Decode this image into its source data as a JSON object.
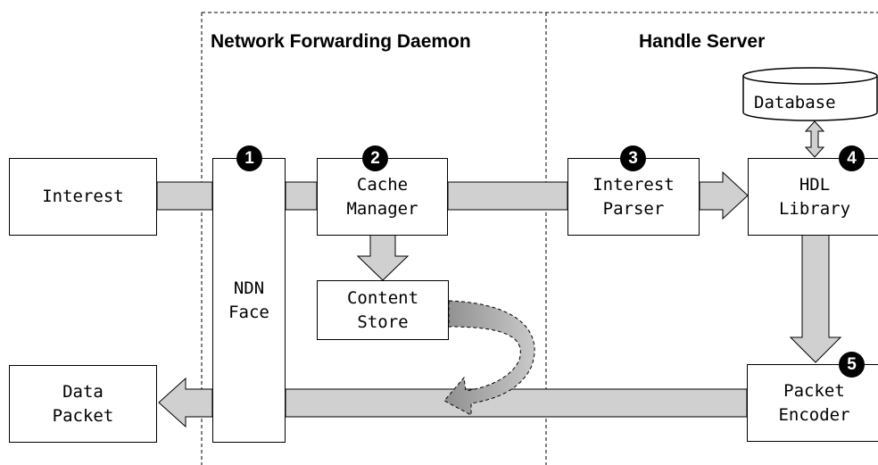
{
  "zones": {
    "daemon_title": "Network Forwarding Daemon",
    "server_title": "Handle Server"
  },
  "nodes": {
    "interest": [
      "Interest"
    ],
    "ndn_face": [
      "NDN",
      "Face"
    ],
    "cache_manager": [
      "Cache",
      "Manager"
    ],
    "content_store": [
      "Content",
      "Store"
    ],
    "interest_parser": [
      "Interest",
      "Parser"
    ],
    "hdl_library": [
      "HDL",
      "Library"
    ],
    "packet_encoder": [
      "Packet",
      "Encoder"
    ],
    "data_packet": [
      "Data",
      "Packet"
    ],
    "database": "Database"
  },
  "badges": [
    "1",
    "2",
    "3",
    "4",
    "5"
  ],
  "colors": {
    "arrow_fill": "#d0d0d0",
    "curved_arrow_fill": "#a8a8a8",
    "badge_bg": "#000000",
    "border": "#000000"
  }
}
